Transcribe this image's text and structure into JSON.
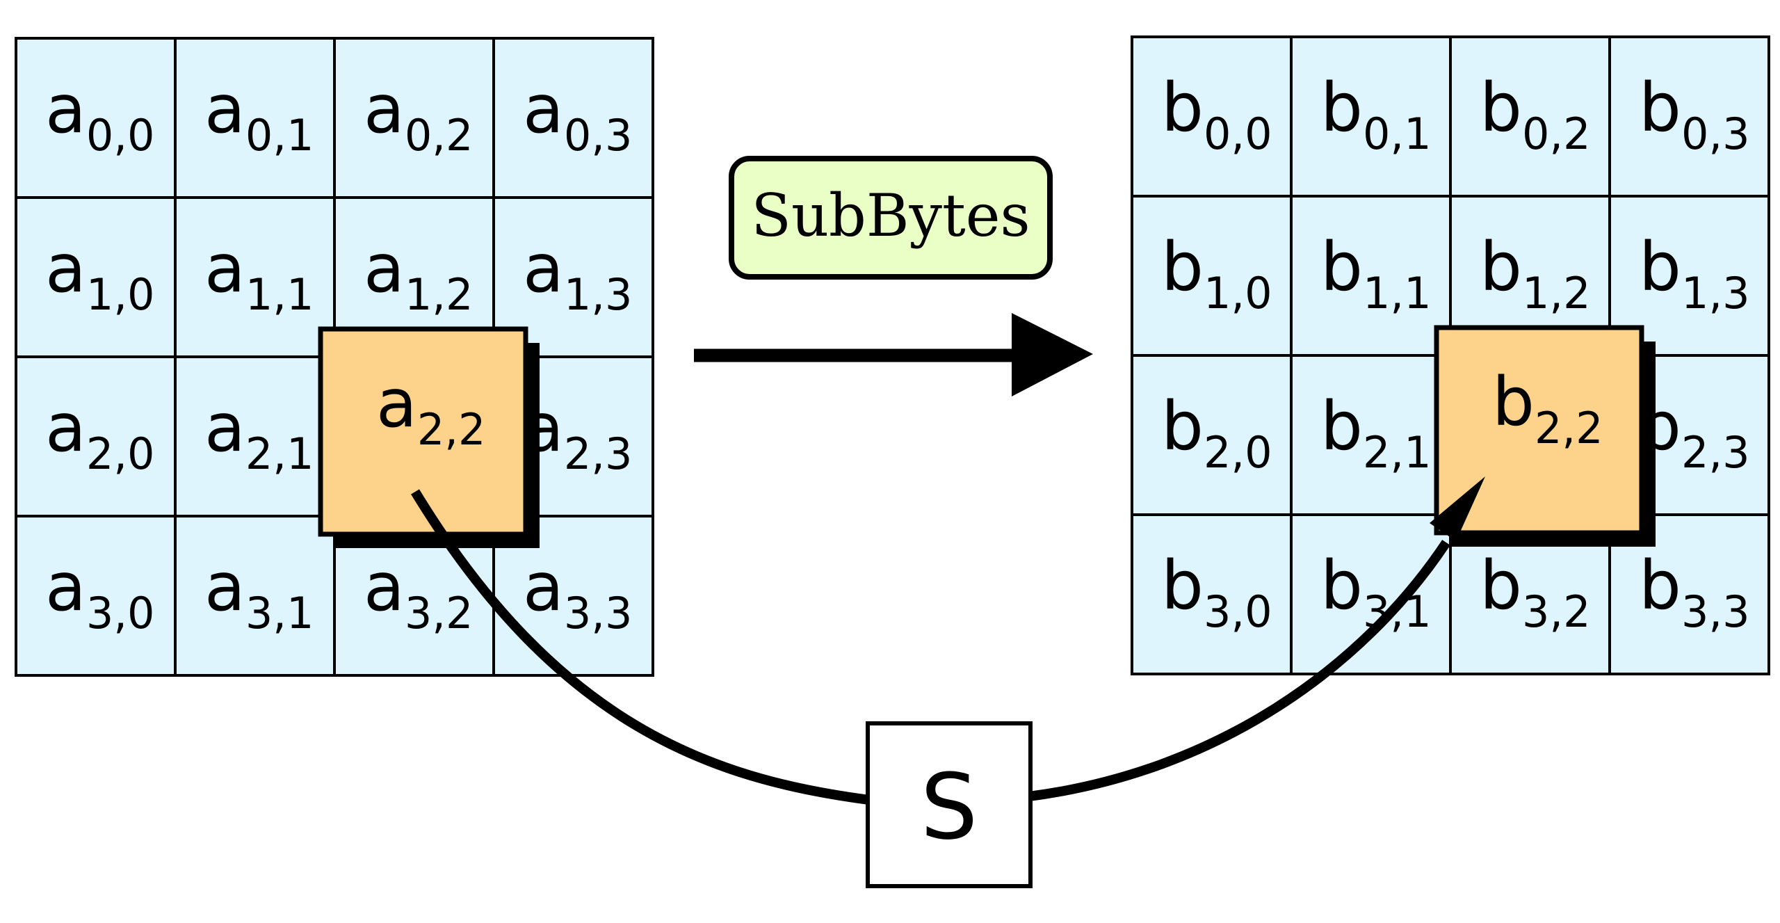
{
  "operation": {
    "label": "SubBytes",
    "sbox_label": "S"
  },
  "state_in": {
    "symbol": "a",
    "cells": [
      [
        "0,0",
        "0,1",
        "0,2",
        "0,3"
      ],
      [
        "1,0",
        "1,1",
        "1,2",
        "1,3"
      ],
      [
        "2,0",
        "2,1",
        "2,2",
        "2,3"
      ],
      [
        "3,0",
        "3,1",
        "3,2",
        "3,3"
      ]
    ],
    "highlight": {
      "row": 2,
      "col": 2
    }
  },
  "state_out": {
    "symbol": "b",
    "cells": [
      [
        "0,0",
        "0,1",
        "0,2",
        "0,3"
      ],
      [
        "1,0",
        "1,1",
        "1,2",
        "1,3"
      ],
      [
        "2,0",
        "2,1",
        "2,2",
        "2,3"
      ],
      [
        "3,0",
        "3,1",
        "3,2",
        "3,3"
      ]
    ],
    "highlight": {
      "row": 2,
      "col": 2
    }
  },
  "colors": {
    "grid_fill": "#dff5fd",
    "highlight_fill": "#fdd38c",
    "op_fill": "#eaffc6",
    "stroke": "#000000"
  }
}
